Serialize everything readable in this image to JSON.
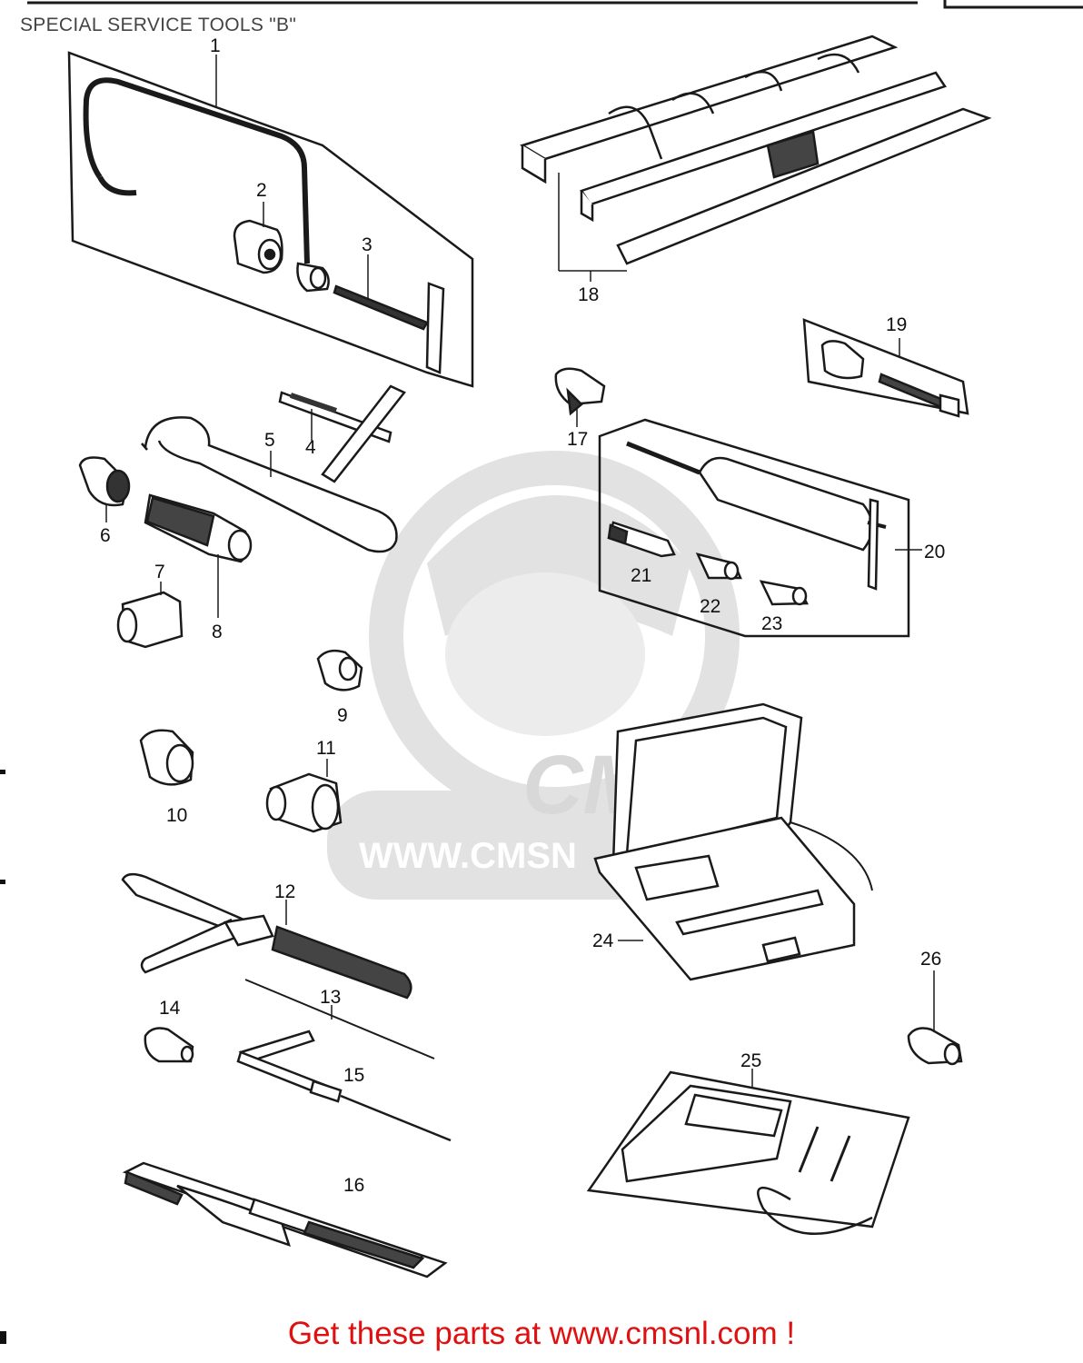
{
  "header": {
    "caption": "SPECIAL SERVICE TOOLS \"B\""
  },
  "watermark": {
    "brand": "CMS",
    "url": "WWW.CMSN"
  },
  "footer": {
    "text": "Get these parts at www.cmsnl.com !",
    "color": "#e01010"
  },
  "callouts": [
    "1",
    "2",
    "3",
    "4",
    "5",
    "6",
    "7",
    "8",
    "9",
    "10",
    "11",
    "12",
    "13",
    "14",
    "15",
    "16",
    "17",
    "18",
    "19",
    "20",
    "21",
    "22",
    "23",
    "24",
    "25",
    "26"
  ],
  "colors": {
    "ink": "#1a1a1a",
    "watermark": "#e2e2e2",
    "caption": "#444444"
  }
}
